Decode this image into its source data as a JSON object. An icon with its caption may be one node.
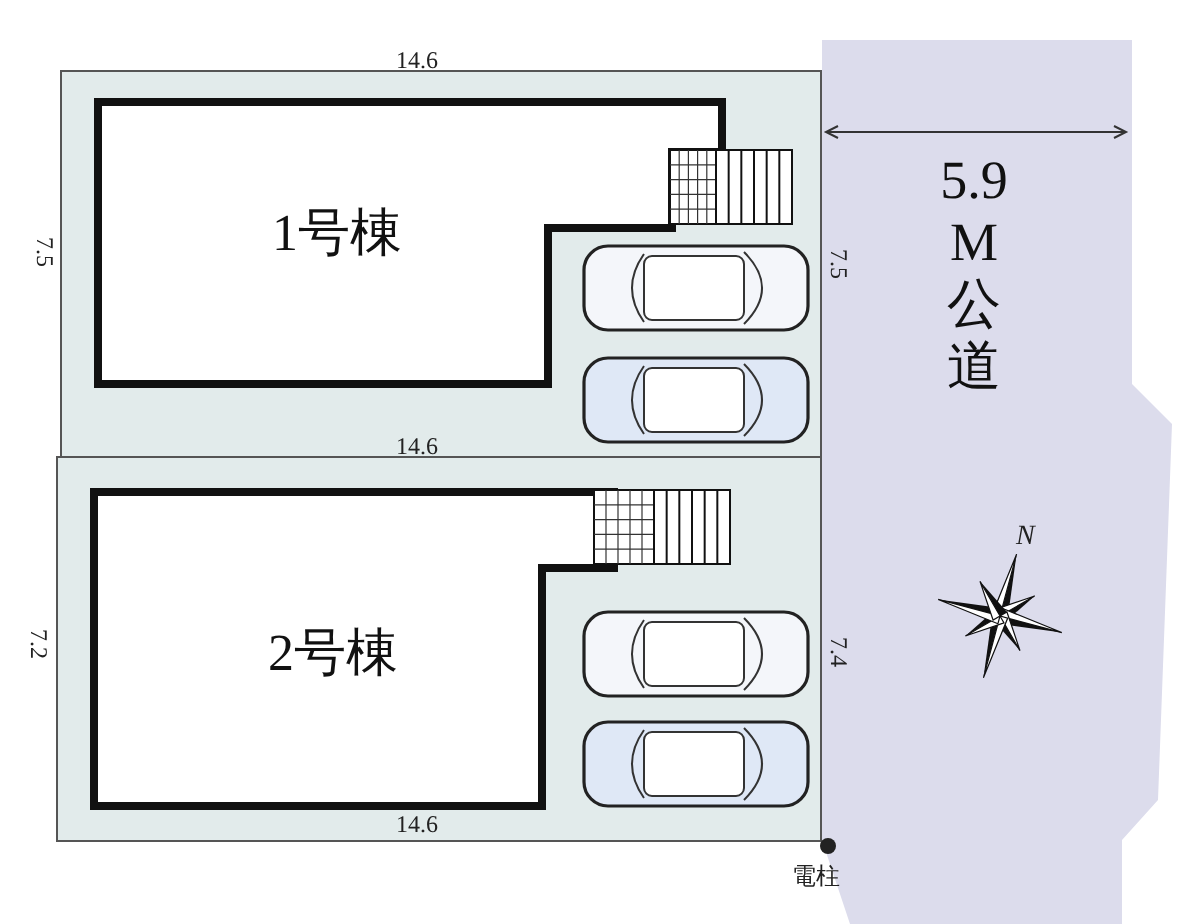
{
  "diagram": {
    "nodes": [
      {
        "text": [],
        "shape": "box"
      },
      {
        "text": [
          "1号棟"
        ],
        "in": 0
      },
      {
        "text": [],
        "shape": "box"
      },
      {
        "text": [
          "2号棟"
        ],
        "in": 2
      },
      {
        "text": [
          "5.9 M 公道"
        ]
      }
    ],
    "edges": [],
    "labels": [
      "14.6",
      "7.5",
      "7.5",
      "14.6",
      "7.2",
      "7.4",
      "N",
      "14.6",
      "電柱"
    ]
  }
}
